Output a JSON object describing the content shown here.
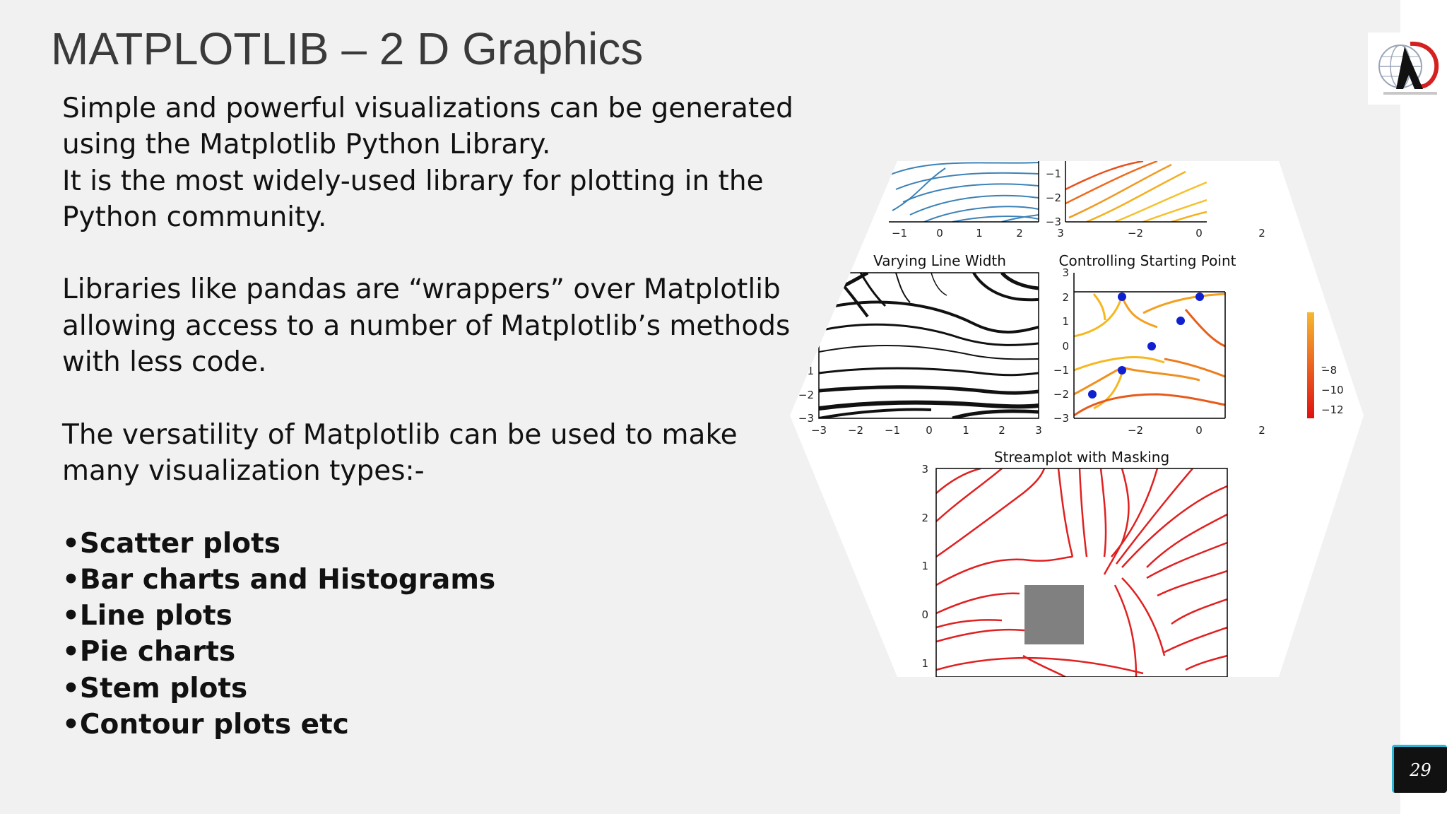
{
  "slide": {
    "title": "MATPLOTLIB – 2 D Graphics",
    "paragraphs": [
      "Simple and powerful visualizations can be generated using the Matplotlib Python Library.",
      "It is the most widely-used library for plotting in the Python community.",
      "Libraries like pandas are “wrappers” over Matplotlib allowing access to a number of Matplotlib’s methods with less code.",
      "The versatility of Matplotlib can be used to make many visualization types:-"
    ],
    "bullets": [
      "•Scatter plots",
      "•Bar charts and Histograms",
      "•Line plots",
      "•Pie charts",
      "•Stem plots",
      "•Contour plots etc"
    ],
    "page_number": "29"
  },
  "collage": {
    "plot_titles": {
      "varying": "Varying Line Width",
      "controlling": "Controlling Starting Point",
      "masking": "Streamplot with Masking"
    },
    "ticks": {
      "top_left_x": [
        "−1",
        "0",
        "1",
        "2",
        "3"
      ],
      "top_right_y": [
        "−1",
        "−2",
        "−3"
      ],
      "top_right_x": [
        "−2",
        "0",
        "2"
      ],
      "varying_x": [
        "−3",
        "−2",
        "−1",
        "0",
        "1",
        "2",
        "3"
      ],
      "varying_y": [
        "1",
        "−2",
        "−3"
      ],
      "controlling_y": [
        "3",
        "2",
        "1",
        "0",
        "−1",
        "−2",
        "−3"
      ],
      "controlling_x": [
        "−2",
        "0",
        "2"
      ],
      "colorbar": [
        "−8",
        "−10",
        "−12"
      ],
      "masking_y": [
        "3",
        "2",
        "1",
        "0",
        "1"
      ]
    },
    "colors": {
      "blue_stream": "#3b82b8",
      "warm_stream": "#f0a020",
      "red_stream": "#e02020",
      "black_stream": "#111111",
      "start_points": "#1020d0",
      "mask": "#808080"
    }
  }
}
